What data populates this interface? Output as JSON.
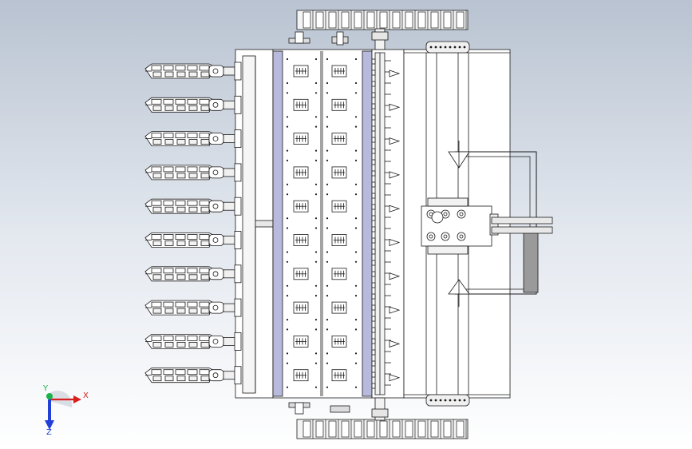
{
  "viewport": {
    "background_top": "#b9c3d1",
    "background_bottom": "#ffffff"
  },
  "model": {
    "name": "seeder-assembly-top-view",
    "seed_tube_count": 10,
    "seed_box_rows": 10,
    "seed_box_columns": 2,
    "colors": {
      "line": "#1a1a1a",
      "part_fill": "#ffffff",
      "hopper_side": "#b7b9dd",
      "hopper_side_dark": "#8f92c4",
      "shade": "#c8c8c8"
    }
  },
  "triad": {
    "x_label": "X",
    "y_label": "Y",
    "z_label": "Z",
    "x_color": "#d92020",
    "y_color": "#19b34a",
    "z_color": "#2140d8"
  }
}
